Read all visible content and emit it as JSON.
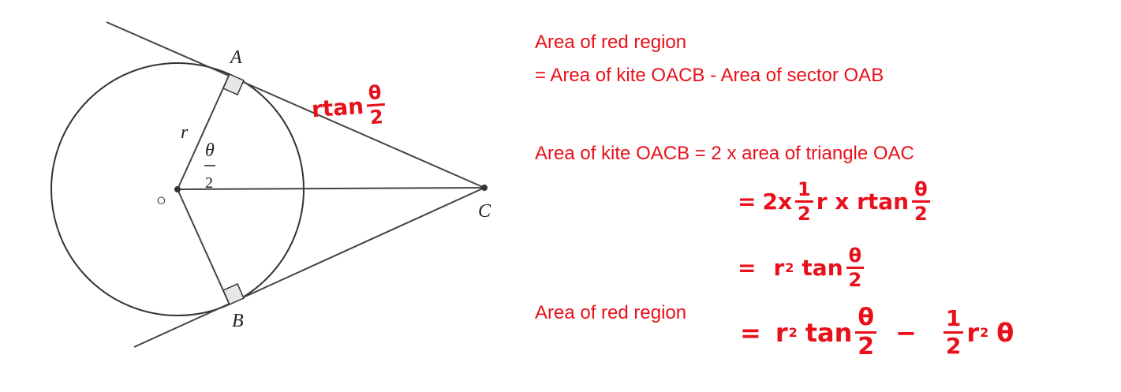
{
  "diagram": {
    "labels": {
      "A": "A",
      "B": "B",
      "C": "C",
      "O": "O",
      "r": "r",
      "half_angle_num": "θ",
      "half_angle_den": "2"
    },
    "tangent_label": {
      "prefix": "rtan",
      "num": "θ",
      "den": "2"
    },
    "line_color": "#333333",
    "accent_color": "#e8101a"
  },
  "notes": {
    "line1": "Area of red region",
    "line2": "= Area of kite OACB - Area of sector OAB",
    "line3": "Area of kite OACB  = 2 x area of triangle OAC",
    "step1": {
      "eq": "=",
      "a": "2x",
      "half_num": "1",
      "half_den": "2",
      "b": "r x rtan",
      "num": "θ",
      "den": "2"
    },
    "step2": {
      "eq": "=",
      "r": "r",
      "exp": "2",
      "tan": "tan",
      "num": "θ",
      "den": "2"
    },
    "line4": "Area of red region",
    "step3": {
      "eq": "=",
      "r": "r",
      "exp": "2",
      "tan": "tan",
      "num": "θ",
      "den": "2",
      "minus": "−",
      "half_num": "1",
      "half_den": "2",
      "r2": "r",
      "exp2": "2",
      "theta": "θ"
    }
  }
}
